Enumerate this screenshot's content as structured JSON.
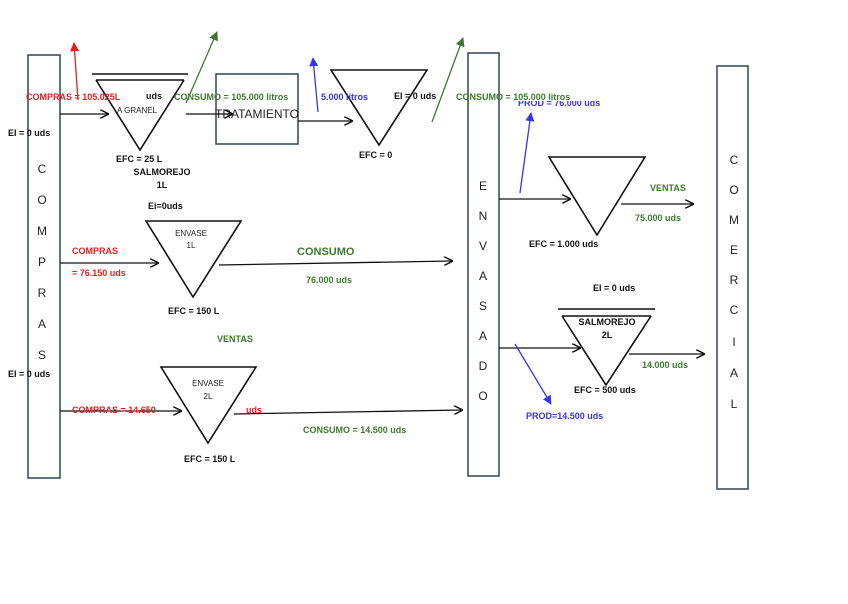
{
  "colors": {
    "red": "#e02020",
    "green": "#3e7a2e",
    "blue": "#3636e6",
    "dark": "#111111",
    "column_border": "#2f4656"
  },
  "columns": {
    "compras": [
      "C",
      "O",
      "M",
      "P",
      "R",
      "A",
      "S"
    ],
    "envasado": [
      "E",
      "N",
      "V",
      "A",
      "S",
      "A",
      "D",
      "O"
    ],
    "comercial": [
      "C",
      "O",
      "M",
      "E",
      "R",
      "C",
      "I",
      "A",
      "L"
    ]
  },
  "nodes": {
    "granel_label": "A GRANEL",
    "granel_uds": "uds",
    "tratamiento": "TRATAMIENTO",
    "salmorejo1": [
      "SALMOREJO",
      "1L"
    ],
    "envase1": [
      "ENVASE",
      "1L"
    ],
    "envase2": [
      "ENVASE",
      "2L"
    ],
    "salmorejo2": [
      "SALMOREJO",
      "2L"
    ]
  },
  "labels": {
    "compras_granel": "COMPRAS = 105.025L",
    "consumo_granel": "CONSUMO = 105.000 litros",
    "cinco_mil": "5.000 litros",
    "ei_trat": "EI = 0 uds",
    "consumo_trat": "CONSUMO = 105.000 litros",
    "prod_hidden": "PROD = 76.000 uds",
    "ei_compras_top": "EI = 0 uds",
    "efc_granel": "EFC = 25 L",
    "efc_trat": "EFC = 0",
    "ei_sal1": "Ei=0uds",
    "ventas_sal1": "VENTAS",
    "ventas_sal1_val": "75.000 uds",
    "efc_sal1": "EFC = 1.000 uds",
    "compras_env1": "COMPRAS",
    "compras_env1_val": "= 76.150 uds",
    "consumo_env1": "CONSUMO",
    "consumo_env1_val": "76.000 uds",
    "efc_env1": "EFC = 150 L",
    "ei_sal2": "EI = 0 uds",
    "ventas_mid": "VENTAS",
    "ventas_sal2_val": "14.000 uds",
    "efc_sal2": "EFC = 500 uds",
    "ei_compras_bottom": "EI = 0 uds",
    "compras_env2": "COMPRAS = 14.650",
    "compras_env2_uds": "uds",
    "consumo_env2": "CONSUMO = 14.500 uds",
    "efc_env2": "EFC = 150 L",
    "prod_sal2": "PROD=14.500 uds"
  }
}
